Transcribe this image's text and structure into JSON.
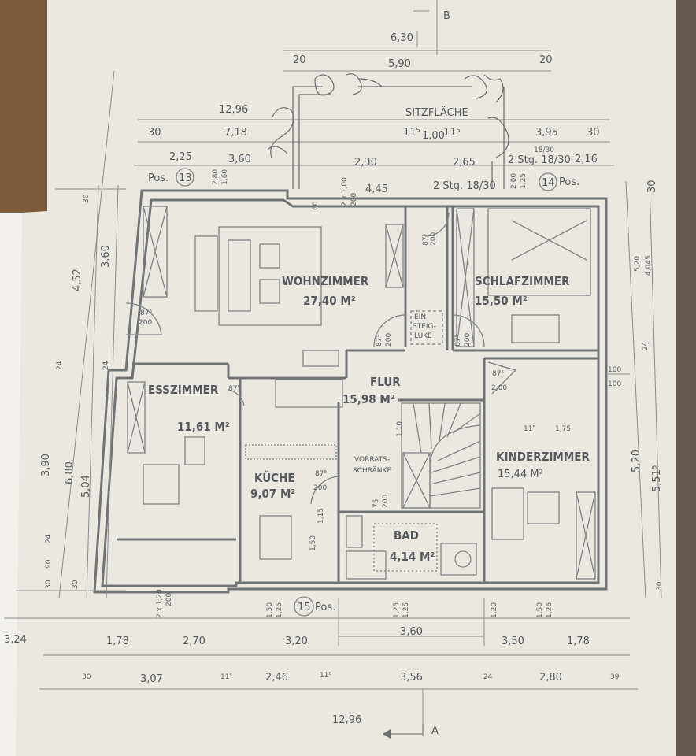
{
  "section_markers": {
    "a": "A",
    "b": "B"
  },
  "rooms": {
    "wohnzimmer": {
      "name": "WOHNZIMMER",
      "area": "27,40 M²"
    },
    "schlafzimmer": {
      "name": "SCHLAFZIMMER",
      "area": "15,50 M²"
    },
    "esszimmer": {
      "name": "ESSZIMMER",
      "area": "11,61 M²"
    },
    "flur": {
      "name": "FLUR",
      "area": "15,98 M²"
    },
    "kueche": {
      "name": "KÜCHE",
      "area": "9,07 M²"
    },
    "bad": {
      "name": "BAD",
      "area": "4,14 M²"
    },
    "kinderzimmer": {
      "name": "KINDERZIMMER",
      "area": "15,44 M²"
    }
  },
  "labels": {
    "sitzflaeche": "SITZFLÄCHE",
    "einstieg": [
      "EIN-",
      "STEIG-",
      "LUKE"
    ],
    "vorrat": [
      "VORRATS-",
      "SCHRÄNKE"
    ],
    "pos": "Pos.",
    "pos_numbers": [
      "13",
      "14",
      "15"
    ],
    "stairs_1": "2 Stg. 18/30",
    "stairs_2": "2 Stg. 18/30"
  },
  "dims": {
    "top": [
      "6,30",
      "20",
      "5,90",
      "20",
      "12,96",
      "30",
      "7,18",
      "11⁵",
      "1,00",
      "11⁵",
      "3,95",
      "30",
      "2,25",
      "3,60",
      "2,30",
      "2,65",
      "18/30",
      "2,16",
      "2,80",
      "1,60",
      "4,45",
      "2 x 1,00",
      "200",
      "60",
      "2,00",
      "1,25"
    ],
    "bottom": [
      "3,24",
      "1,78",
      "2,70",
      "3,20",
      "3,60",
      "3,50",
      "1,78",
      "30",
      "3,07",
      "11⁵",
      "2,46",
      "11⁶",
      "3,56",
      "24",
      "2,80",
      "39",
      "12,96",
      "2 x 1,20",
      "200",
      "1,50",
      "1,25",
      "1,25",
      "1,25",
      "1,20",
      "1,50",
      "1,26"
    ],
    "left": [
      "30",
      "4,52",
      "3,60",
      "24",
      "24",
      "3,90",
      "6,80",
      "5,04",
      "24",
      "90",
      "30",
      "30"
    ],
    "right": [
      "30",
      "5,20",
      "4,045",
      "24",
      "100",
      "100",
      "5,20",
      "5,51⁵",
      "30"
    ],
    "doors": [
      "87⁵",
      "200",
      "87⁵",
      "200",
      "87⁵",
      "200",
      "87⁵",
      "2,00",
      "87⁵",
      "200",
      "87⁵",
      "87⁵",
      "200",
      "1,10",
      "11⁵",
      "1,75",
      "75",
      "200",
      "1,15",
      "1,50"
    ]
  }
}
